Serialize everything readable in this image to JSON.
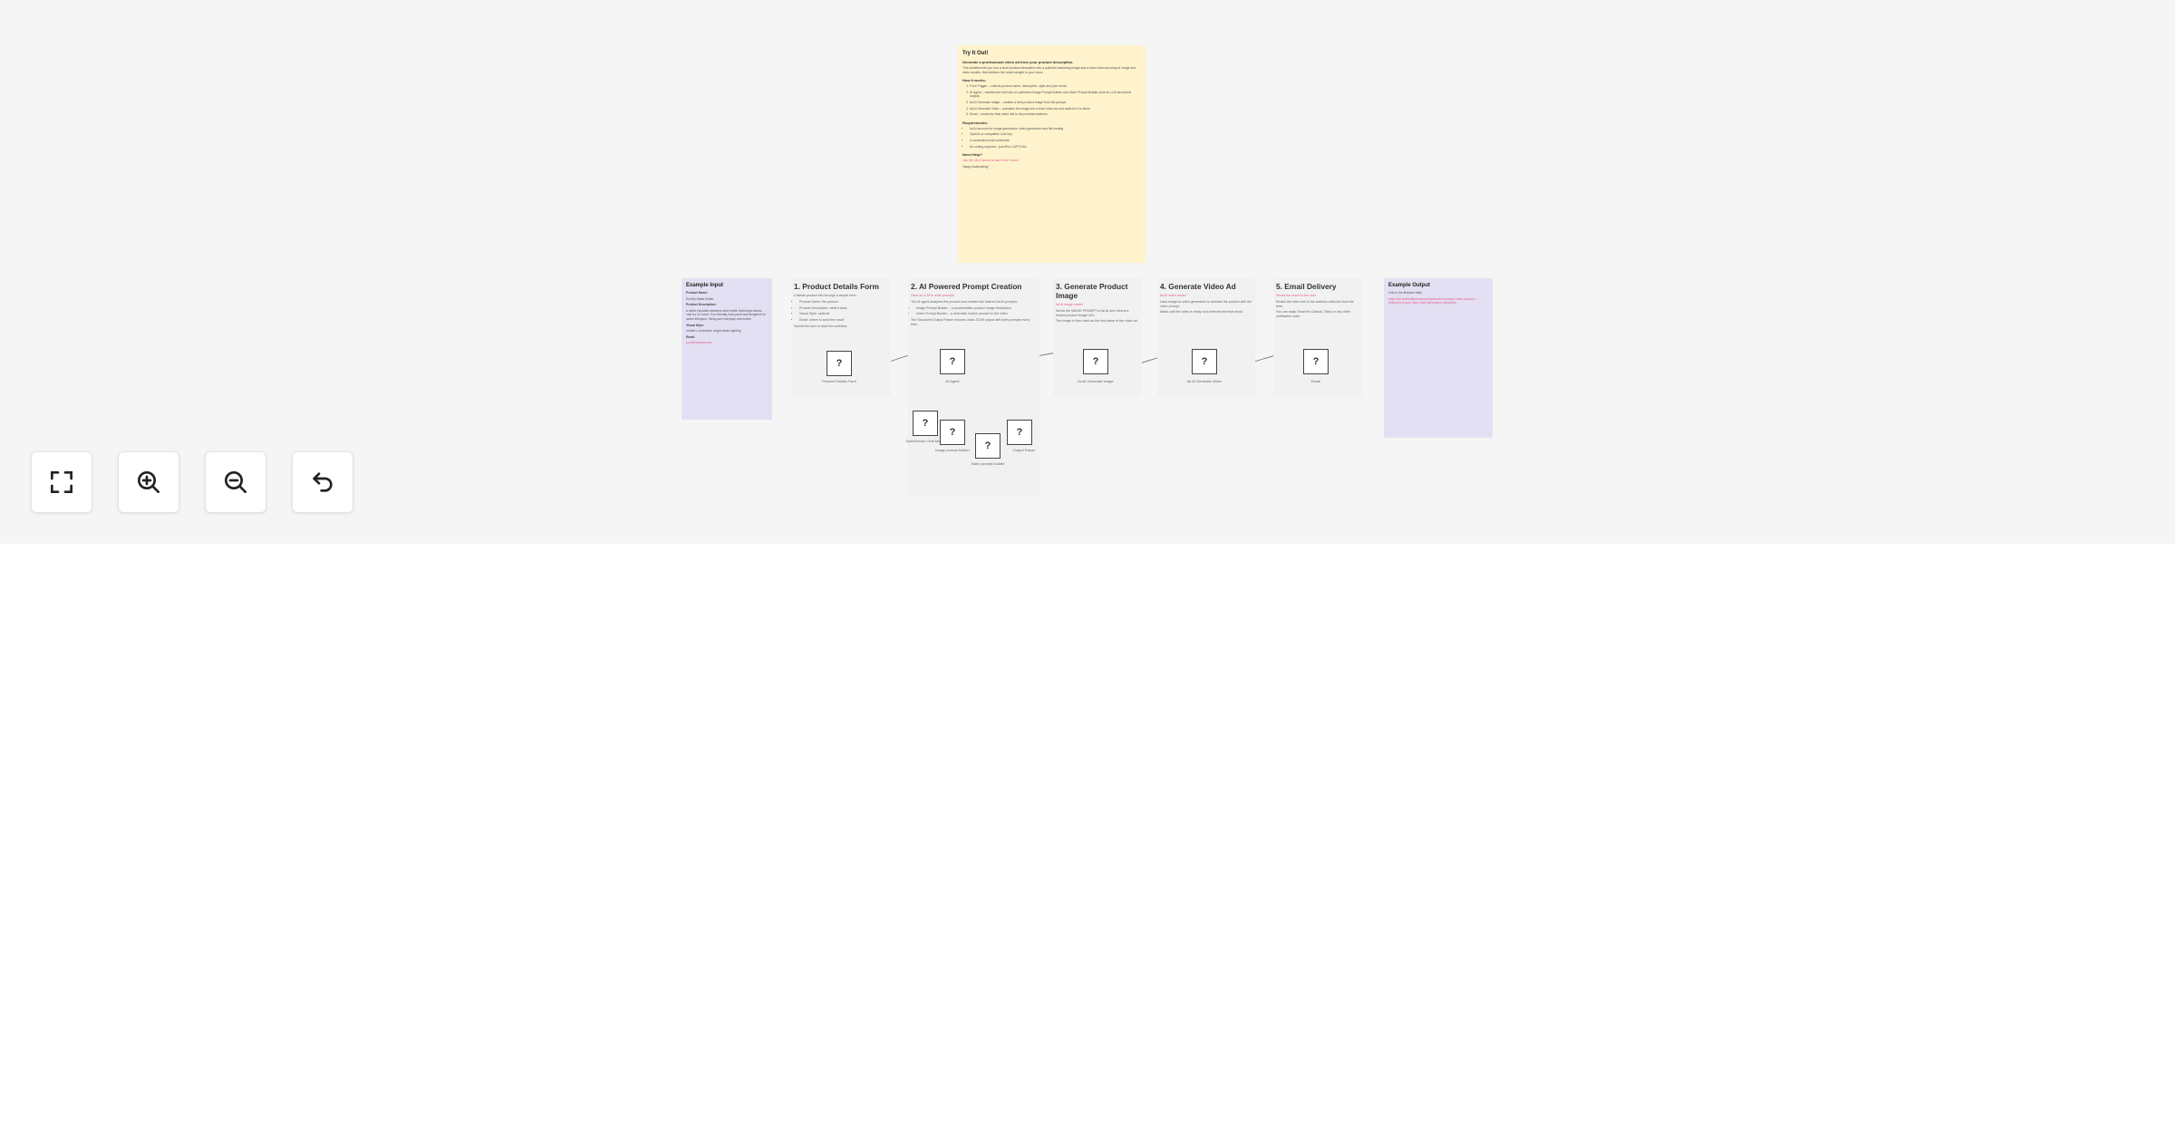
{
  "goal_note": {
    "title": "Try It Out!",
    "subtitle": "Generate a professional video ad from your product description.",
    "intro": "This workflow lets you turn a short product description into a polished marketing image and a short video ad using AI image and video models, then delivers the result straight to your inbox.",
    "how_title": "How it works:",
    "steps": [
      "Form Trigger – collects product name, description, style and your email.",
      "AI Agent – rewrites the brief into an optimized Image Prompt Builder and Video Prompt Builder (with an LLM structured output).",
      "fal.AI Generate Image – creates a hero product image from the prompt.",
      "fal.AI Generate Video – animates the image into a short video ad and waits for it to finish.",
      "Email – sends the final video link to the provided address."
    ],
    "req_title": "Requirements:",
    "requirements": [
      "fal.AI account for image generation, video generation and file hosting",
      "OpenAI or compatible LLM key",
      "A connected email credential",
      "No coding required – just fill in CAPTCHA"
    ],
    "help_title": "Need Help?",
    "help_text": "Join the n8n Discord or ask in the Forum!",
    "sign": "Happy Automating!"
  },
  "input_note": {
    "title": "Example Input",
    "fields": [
      {
        "label": "Product Name:",
        "value": "EcoSip Water Bottle"
      },
      {
        "label": "Product Description:",
        "value": "A sleek insulated stainless steel bottle that keeps drinks cold for 24 hours. Eco-friendly, leak-proof and designed for active lifestyles, hiking and everyday commutes."
      },
      {
        "label": "Visual Style:",
        "value": "modern, minimalist, bright studio lighting"
      },
      {
        "label": "Email:",
        "value": "you@example.com"
      }
    ]
  },
  "output_note": {
    "title": "Example Output",
    "line1": "Link to the finished video",
    "line2": "https://fal.media/files/example/generated-product-video-ad.mp4 – delivered to your inbox after generation completes"
  },
  "sections": [
    {
      "id": "form",
      "title": "1. Product Details Form",
      "tagline": "",
      "body": [
        "Collects product info through a simple form:"
      ],
      "bullets": [
        "Product Name: the product",
        "Product Description: what it does",
        "Visual Style: optional",
        "Email: where to send the result"
      ],
      "footer": "Submit the form to start the workflow."
    },
    {
      "id": "prompt",
      "title": "2. AI Powered Prompt Creation",
      "tagline": "Uses an LLM to write prompts",
      "body": [
        "The AI agent analyses the product and creates two tailored fal.AI prompts:"
      ],
      "bullets": [
        "Image Prompt Builder – a photorealistic product image description",
        "Video Prompt Builder – a cinematic motion prompt for the video"
      ],
      "footer": "The Structured Output Parser ensures clean JSON output with both prompts every time."
    },
    {
      "id": "image",
      "title": "3. Generate Product Image",
      "tagline": "fal.AI image model",
      "body": [
        "Sends the IMAGE PROMPT to fal.AI and returns a hosted product image URL.",
        "The image is then used as the first frame of the video ad."
      ],
      "bullets": [],
      "footer": ""
    },
    {
      "id": "video",
      "title": "4. Generate Video Ad",
      "tagline": "fal.AI video model",
      "body": [
        "Uses image-to-video generation to animate the product with the video prompt.",
        "Waits until the video is ready and retrieves the final result."
      ],
      "bullets": [],
      "footer": ""
    },
    {
      "id": "email",
      "title": "5. Email Delivery",
      "tagline": "Sends the result to the user",
      "body": [
        "Emails the video link to the address collected from the form.",
        "You can swap Gmail for Outlook, Slack or any other notification node."
      ],
      "bullets": [],
      "footer": ""
    }
  ],
  "nodes": [
    {
      "id": "form-trigger",
      "label": "Product Details Form",
      "glyph": "?"
    },
    {
      "id": "ai-agent",
      "label": "AI Agent",
      "glyph": "?"
    },
    {
      "id": "gen-image",
      "label": "fal.AI Generate Image",
      "glyph": "?"
    },
    {
      "id": "gen-video",
      "label": "fal.AI Generate Video",
      "glyph": "?"
    },
    {
      "id": "email-node",
      "label": "Email",
      "glyph": "?"
    },
    {
      "id": "chat-model",
      "label": "OpenRouter Chat Model",
      "glyph": "?"
    },
    {
      "id": "image-builder",
      "label": "Image prompt builder",
      "glyph": "?"
    },
    {
      "id": "video-builder",
      "label": "Video prompt builder",
      "glyph": "?"
    },
    {
      "id": "output-parser",
      "label": "Output Parser",
      "glyph": "?"
    }
  ],
  "controls": [
    {
      "id": "fit-view",
      "icon": "fullscreen-icon"
    },
    {
      "id": "zoom-in",
      "icon": "zoom-in-icon"
    },
    {
      "id": "zoom-out",
      "icon": "zoom-out-icon"
    },
    {
      "id": "undo",
      "icon": "undo-icon"
    }
  ],
  "colors": {
    "canvas": "#f5f5f5",
    "goal_note": "#fff3cd",
    "io_note": "#e4e0f3",
    "link": "#e0608a",
    "section": "#f1f1f1"
  }
}
